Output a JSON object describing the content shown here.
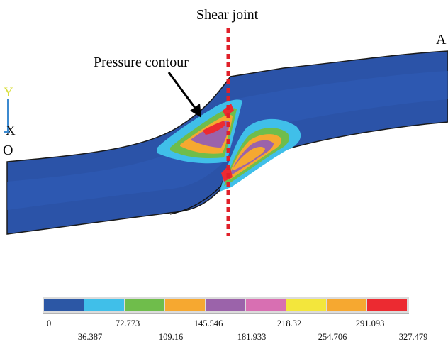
{
  "labels": {
    "shear_joint": "Shear joint",
    "pressure_contour": "Pressure contour",
    "point_a": "A",
    "point_o": "O",
    "axis_y": "Y",
    "axis_x": "X"
  },
  "colors": {
    "pipe_fill": "#2b53a8",
    "pipe_edge": "#1a1a1a",
    "joint_line": "#e0202a",
    "axis_y": "#d8de3c",
    "axis_triad": "#3c8ad0"
  },
  "legend": {
    "colors": [
      "#2c57a5",
      "#40bfe9",
      "#6fbd4b",
      "#f6a830",
      "#9b63aa",
      "#d86fb2",
      "#f3e63c",
      "#f6a830",
      "#ec2a31"
    ],
    "ticks_bottom_row": [
      "0",
      "72.773",
      "145.546",
      "218.32",
      "291.093"
    ],
    "ticks_top_row": [
      "36.387",
      "109.16",
      "181.933",
      "254.706",
      "327.479"
    ]
  }
}
